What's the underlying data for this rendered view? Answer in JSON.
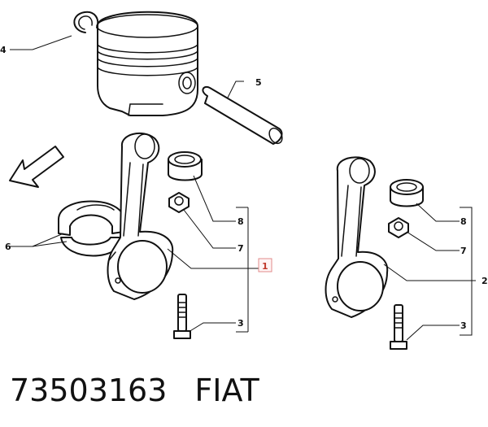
{
  "callouts": {
    "c1": "1",
    "c2": "2",
    "c3a": "3",
    "c3b": "3",
    "c4": "4",
    "c5": "5",
    "c6": "6",
    "c7a": "7",
    "c7b": "7",
    "c8a": "8",
    "c8b": "8"
  },
  "footer": {
    "part_number": "73503163",
    "brand": "FIAT"
  },
  "colors": {
    "line": "#111111",
    "highlight": "#c0392b"
  }
}
